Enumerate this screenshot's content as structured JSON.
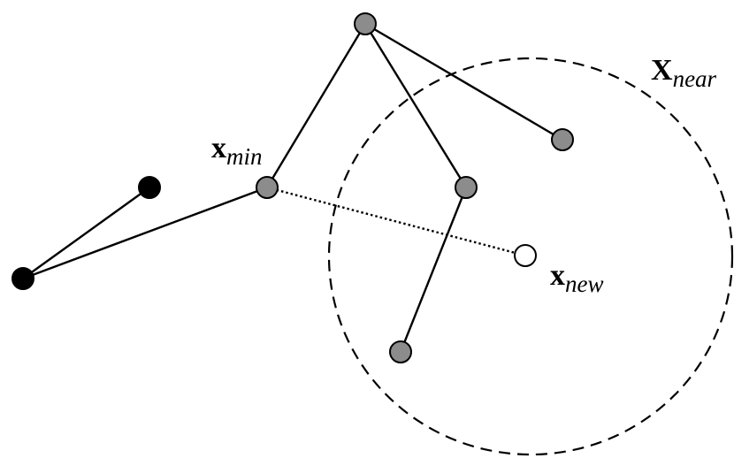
{
  "diagram": {
    "labels": {
      "x_near": {
        "main": "X",
        "sub": "near"
      },
      "x_min": {
        "main": "x",
        "sub": "min"
      },
      "x_new": {
        "main": "x",
        "sub": "new"
      }
    },
    "colors": {
      "background": "#ffffff",
      "line": "#000000",
      "tree_node_fill": "#8c8c8c",
      "start_node_fill": "#000000",
      "new_node_fill": "#ffffff"
    }
  }
}
